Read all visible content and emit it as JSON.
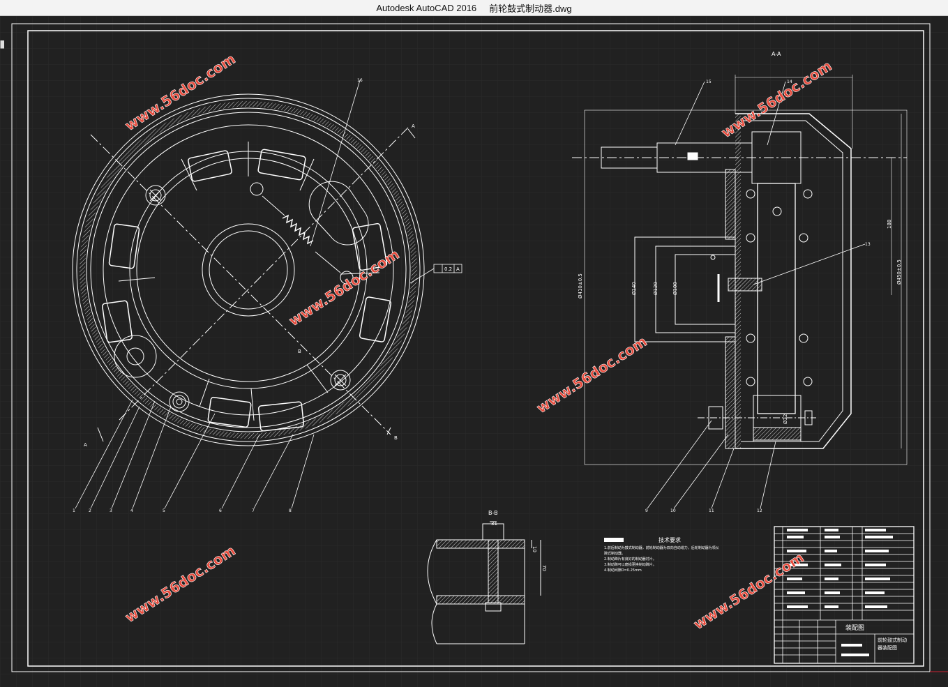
{
  "window": {
    "app_title": "Autodesk AutoCAD 2016",
    "doc_title": "前轮鼓式制动器.dwg"
  },
  "drawing": {
    "section_aa": "A-A",
    "section_bb": "B-B",
    "label_a": "A",
    "label_b": "B",
    "tolerance": "0.2",
    "tolerance_ref": "A",
    "callouts": [
      "1",
      "2",
      "3",
      "4",
      "5",
      "6",
      "7",
      "8",
      "9",
      "10",
      "11",
      "12",
      "13",
      "14",
      "15",
      "16"
    ],
    "dims_vertical": [
      "Ø410±0.5",
      "Ø140",
      "Ø120",
      "Ø100",
      "Ø450±0.5",
      "188",
      "Ø32"
    ],
    "dims_bb": [
      "31",
      "10",
      "70"
    ],
    "watermark": "www.56doc.com"
  },
  "notes": {
    "heading": "技术要求",
    "lines": [
      "1.前后制动为鼓式制动器，前轮制动器为双向自动增力，后轮制动器为领从",
      "蹄式制动器。",
      "2.制动蹄片有良好的制动器衬片。",
      "3.制动蹄可以磨损更换制动蹄片。",
      "4.制动间隙D=0.25mm"
    ]
  },
  "title_block": {
    "drawing_kind": "装配图",
    "drawing_name_1": "前轮鼓式制动",
    "drawing_name_2": "器装配图"
  },
  "colors": {
    "background": "#212121",
    "lines": "#ffffff",
    "grid": "#2b2b2b",
    "watermark": "#e84b3c"
  }
}
